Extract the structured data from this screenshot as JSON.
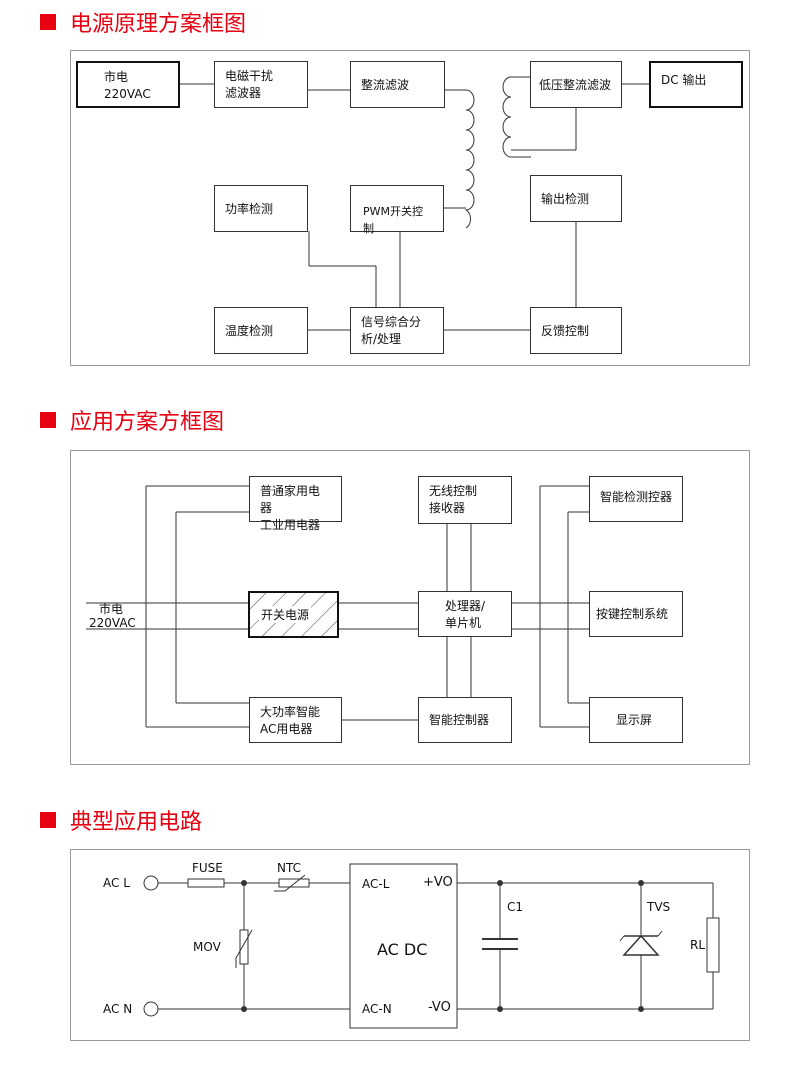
{
  "sections": {
    "power": {
      "title": "电源原理方案框图"
    },
    "application": {
      "title": "应用方案方框图"
    },
    "circuit": {
      "title": "典型应用电路"
    }
  },
  "power_diagram": {
    "mains": [
      "市电",
      "220VAC"
    ],
    "emi_filter": [
      "电磁干扰",
      "滤波器"
    ],
    "rectifier_filter": "整流滤波",
    "low_voltage_rectifier": "低压整流滤波",
    "dc_output": "DC 输出",
    "power_detect": "功率检测",
    "pwm_control": "PWM开关控制",
    "output_detect": "输出检测",
    "temp_detect": "温度检测",
    "signal_processing": [
      "信号综合分",
      "析/处理"
    ],
    "feedback_control": "反馈控制"
  },
  "application_diagram": {
    "household": [
      "普通家用电器",
      "工业用电器"
    ],
    "wireless": [
      "无线控制",
      "接收器"
    ],
    "smart_detect": "智能检测控器",
    "mains": [
      "市电",
      "220VAC"
    ],
    "switching_psu": "开关电源",
    "processor": [
      "处理器/",
      "单片机"
    ],
    "key_control": "按键控制系统",
    "high_power": [
      "大功率智能",
      "AC用电器"
    ],
    "smart_controller": "智能控制器",
    "display": "显示屏"
  },
  "circuit_diagram": {
    "ac_l": "AC  L",
    "ac_n": "AC  N",
    "fuse": "FUSE",
    "ntc": "NTC",
    "mov": "MOV",
    "module_in_l": "AC-L",
    "module_in_n": "AC-N",
    "module_out_pos": "+VO",
    "module_out_neg": "-VO",
    "module_name": "AC  DC",
    "c1": "C1",
    "tvs": "TVS",
    "rl": "RL"
  }
}
